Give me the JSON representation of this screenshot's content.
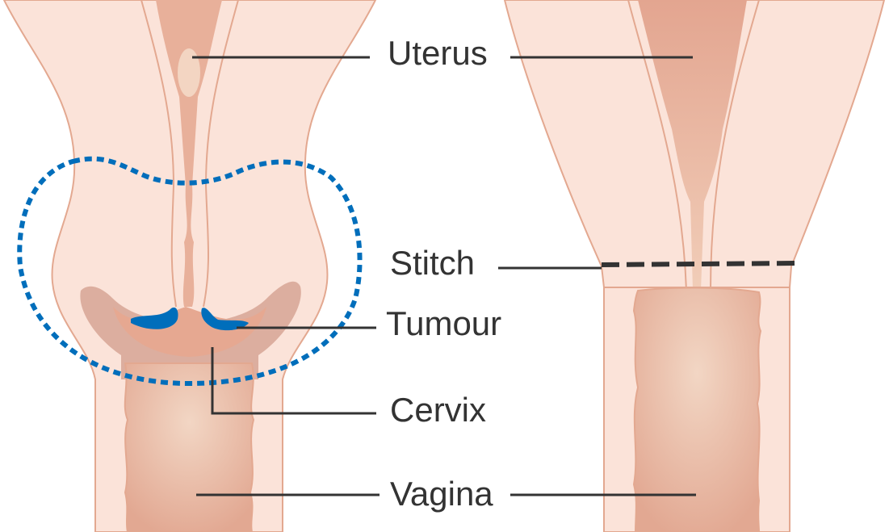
{
  "labels": {
    "uterus": "Uterus",
    "stitch": "Stitch",
    "tumour": "Tumour",
    "cervix": "Cervix",
    "vagina": "Vagina"
  },
  "colors": {
    "tissue": "#fbe3d9",
    "outline": "#e3a890",
    "cavity": "#e2a58e",
    "vagina": "#e9b9a3",
    "tumour": "#006ebb",
    "removal_outline": "#006ebb",
    "stitch": "#333333",
    "leader": "#333333"
  }
}
